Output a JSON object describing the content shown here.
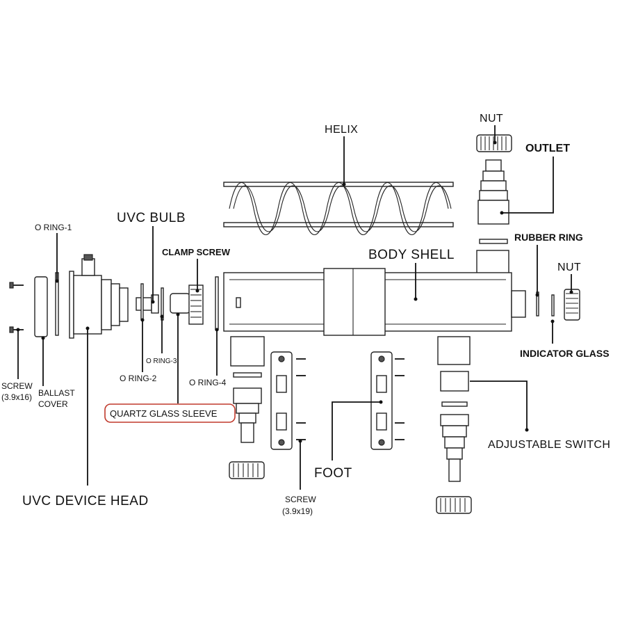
{
  "labels": {
    "helix": "HELIX",
    "nut_top": "NUT",
    "outlet": "OUTLET",
    "uvc_bulb": "UVC BULB",
    "o_ring_1": "O RING-1",
    "clamp_screw": "CLAMP SCREW",
    "body_shell": "BODY SHELL",
    "rubber_ring": "RUBBER RING",
    "nut_right": "NUT",
    "indicator_glass": "INDICATOR GLASS",
    "o_ring_3": "O RING-3",
    "o_ring_2": "O RING-2",
    "o_ring_4": "O RING-4",
    "screw_left_line1": "SCREW",
    "screw_left_line2": "(3.9x16)",
    "ballast_line1": "BALLAST",
    "ballast_line2": "COVER",
    "quartz_glass_sleeve": "QUARTZ GLASS SLEEVE",
    "adjustable_switch": "ADJUSTABLE SWITCH",
    "foot": "FOOT",
    "uvc_device_head": "UVC DEVICE HEAD",
    "screw_bottom_line1": "SCREW",
    "screw_bottom_line2": "(3.9x19)"
  },
  "colors": {
    "highlight_box": "#c0392b",
    "line": "#111111"
  }
}
